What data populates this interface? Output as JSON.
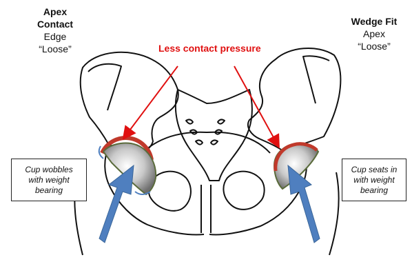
{
  "left_label": {
    "line1": "Apex",
    "line2": "Contact",
    "line3": "Edge",
    "line4": "“Loose”"
  },
  "right_label": {
    "line1": "Wedge Fit",
    "line2": "Apex",
    "line3": "“Loose”"
  },
  "center_label": "Less contact pressure",
  "left_box": {
    "line1": "Cup wobbles",
    "line2": "with weight",
    "line3": "bearing"
  },
  "right_box": {
    "line1": "Cup seats in",
    "line2": "with weight",
    "line3": "bearing"
  },
  "colors": {
    "red_accent": "#e01010",
    "arrow_blue": "#4f7fbf",
    "cup_grey": "#bfbfbf",
    "cup_rim_red": "#c0392b",
    "cup_edge_green": "#5a6b3b"
  }
}
